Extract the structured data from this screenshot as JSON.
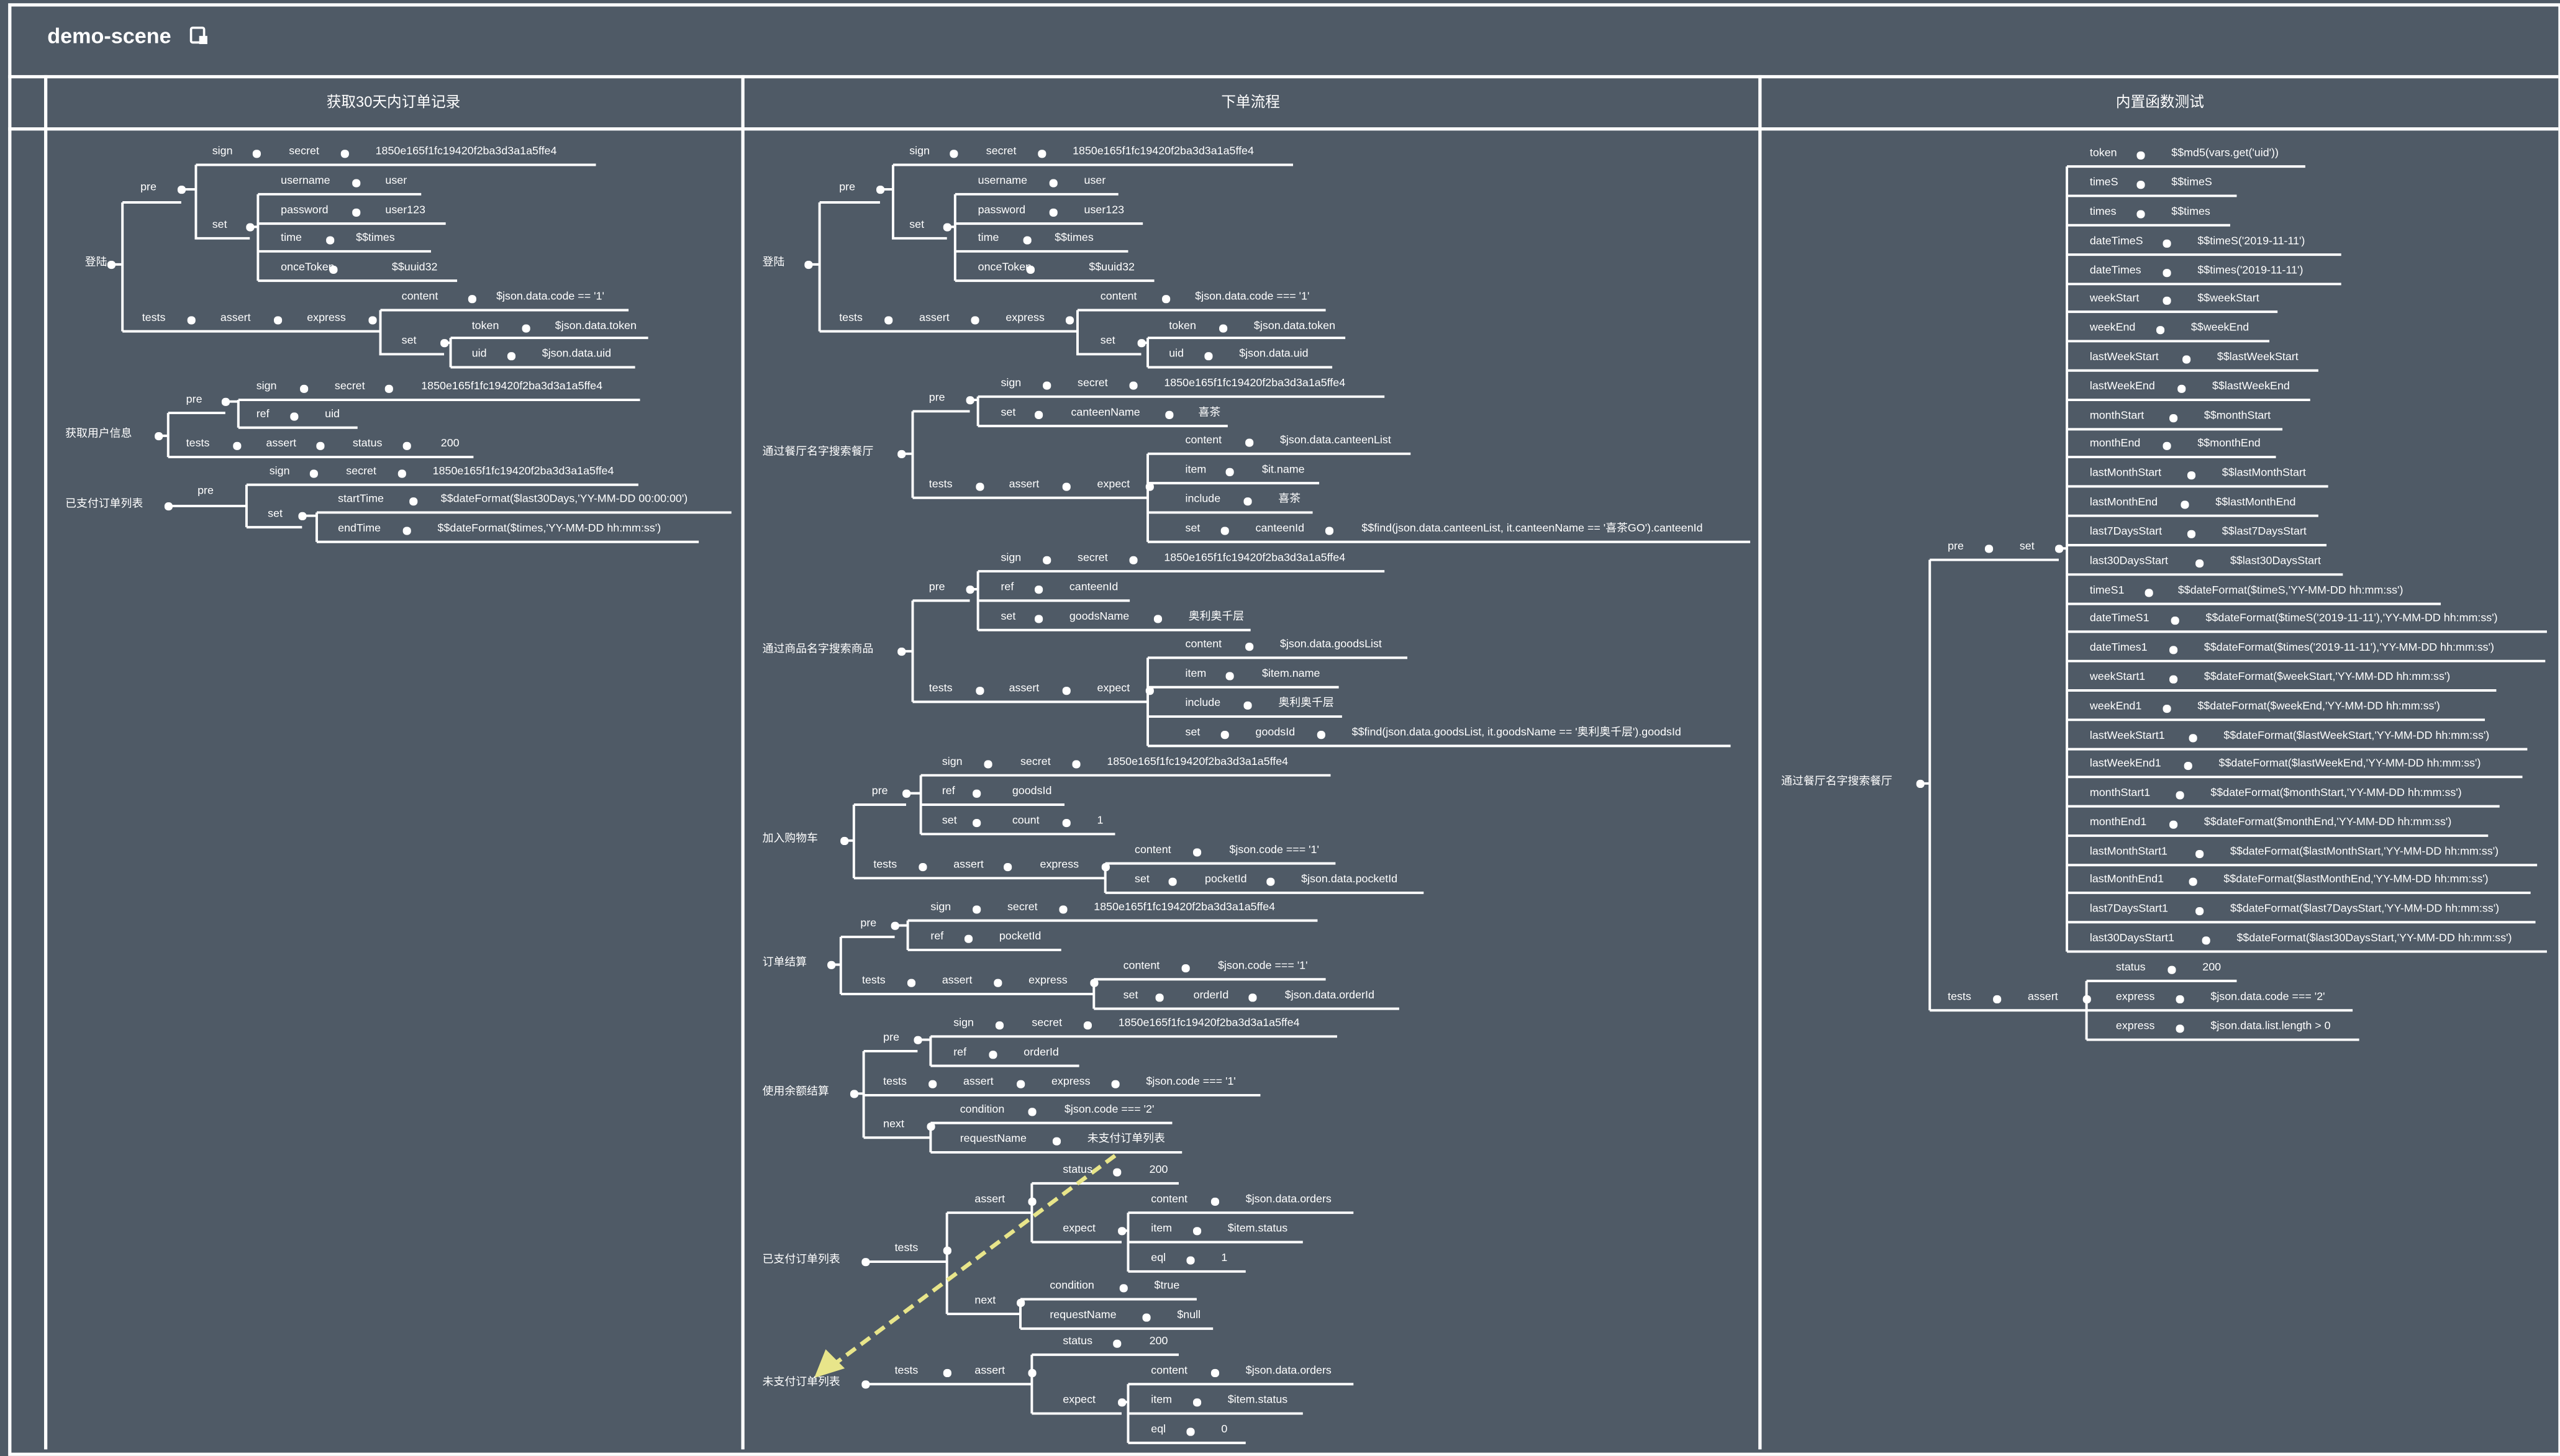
{
  "title": "demo-scene",
  "title_icon": "edit-scene-icon",
  "columns": [
    {
      "header": "获取30天内订单记录",
      "rows": [
        [
          "登陆",
          52,
          162
        ],
        [
          "pre",
          86,
          116
        ],
        [
          "sign",
          130,
          94
        ],
        [
          "secret",
          177,
          94
        ],
        [
          "1850e165f1fc19420f2ba3d3a1a5ffe4",
          230,
          94
        ],
        [
          "set",
          130,
          139
        ],
        [
          "username",
          172,
          112
        ],
        [
          "user",
          236,
          112
        ],
        [
          "password",
          172,
          130
        ],
        [
          "user123",
          236,
          130
        ],
        [
          "time",
          172,
          147
        ],
        [
          "$$times",
          218,
          147
        ],
        [
          "onceToken",
          172,
          165
        ],
        [
          "$$uuid32",
          240,
          165
        ],
        [
          "tests",
          87,
          196
        ],
        [
          "assert",
          135,
          196
        ],
        [
          "express",
          188,
          196
        ],
        [
          "content",
          246,
          183
        ],
        [
          "$json.data.code == '1'",
          304,
          183
        ],
        [
          "set",
          246,
          210
        ],
        [
          "token",
          289,
          201
        ],
        [
          "$json.data.token",
          340,
          201
        ],
        [
          "uid",
          289,
          218
        ],
        [
          "$json.data.uid",
          332,
          218
        ],
        [
          "获取用户信息",
          40,
          267
        ],
        [
          "pre",
          114,
          246
        ],
        [
          "sign",
          157,
          238
        ],
        [
          "secret",
          205,
          238
        ],
        [
          "1850e165f1fc19420f2ba3d3a1a5ffe4",
          258,
          238
        ],
        [
          "ref",
          157,
          255
        ],
        [
          "uid",
          199,
          255
        ],
        [
          "tests",
          114,
          273
        ],
        [
          "assert",
          163,
          273
        ],
        [
          "status",
          216,
          273
        ],
        [
          "200",
          270,
          273
        ],
        [
          "已支付订单列表",
          40,
          310
        ],
        [
          "pre",
          121,
          302
        ],
        [
          "sign",
          165,
          290
        ],
        [
          "secret",
          212,
          290
        ],
        [
          "1850e165f1fc19420f2ba3d3a1a5ffe4",
          265,
          290
        ],
        [
          "set",
          164,
          316
        ],
        [
          "startTime",
          207,
          307
        ],
        [
          "$$dateFormat($last30Days,'YY-MM-DD 00:00:00')",
          270,
          307
        ],
        [
          "endTime",
          207,
          325
        ],
        [
          "$$dateFormat($times,'YY-MM-DD hh:mm:ss')",
          268,
          325
        ]
      ]
    },
    {
      "header": "下单流程",
      "rows": [
        [
          "登陆",
          467,
          162
        ],
        [
          "pre",
          514,
          116
        ],
        [
          "sign",
          557,
          94
        ],
        [
          "secret",
          604,
          94
        ],
        [
          "1850e165f1fc19420f2ba3d3a1a5ffe4",
          657,
          94
        ],
        [
          "set",
          557,
          139
        ],
        [
          "username",
          599,
          112
        ],
        [
          "user",
          664,
          112
        ],
        [
          "password",
          599,
          130
        ],
        [
          "user123",
          664,
          130
        ],
        [
          "time",
          599,
          147
        ],
        [
          "$$times",
          646,
          147
        ],
        [
          "onceToken",
          599,
          165
        ],
        [
          "$$uuid32",
          667,
          165
        ],
        [
          "tests",
          514,
          196
        ],
        [
          "assert",
          563,
          196
        ],
        [
          "express",
          616,
          196
        ],
        [
          "content",
          674,
          183
        ],
        [
          "$json.data.code === '1'",
          732,
          183
        ],
        [
          "set",
          674,
          210
        ],
        [
          "token",
          716,
          201
        ],
        [
          "$json.data.token",
          768,
          201
        ],
        [
          "uid",
          716,
          218
        ],
        [
          "$json.data.uid",
          759,
          218
        ],
        [
          "通过餐厅名字搜索餐厅",
          467,
          278
        ],
        [
          "pre",
          569,
          245
        ],
        [
          "sign",
          613,
          236
        ],
        [
          "secret",
          660,
          236
        ],
        [
          "1850e165f1fc19420f2ba3d3a1a5ffe4",
          713,
          236
        ],
        [
          "set",
          613,
          254
        ],
        [
          "canteenName",
          656,
          254
        ],
        [
          "喜茶",
          734,
          254
        ],
        [
          "tests",
          569,
          298
        ],
        [
          "assert",
          618,
          298
        ],
        [
          "expect",
          672,
          298
        ],
        [
          "content",
          726,
          271
        ],
        [
          "$json.data.canteenList",
          784,
          271
        ],
        [
          "item",
          726,
          289
        ],
        [
          "$it.name",
          773,
          289
        ],
        [
          "include",
          726,
          307
        ],
        [
          "喜茶",
          783,
          307
        ],
        [
          "set",
          726,
          325
        ],
        [
          "canteenId",
          769,
          325
        ],
        [
          "$$find(json.data.canteenList, it.canteenName == '喜茶GO').canteenId",
          834,
          325
        ],
        [
          "通过商品名字搜索商品",
          467,
          399
        ],
        [
          "pre",
          569,
          361
        ],
        [
          "sign",
          613,
          343
        ],
        [
          "secret",
          660,
          343
        ],
        [
          "1850e165f1fc19420f2ba3d3a1a5ffe4",
          713,
          343
        ],
        [
          "ref",
          613,
          361
        ],
        [
          "canteenId",
          655,
          361
        ],
        [
          "set",
          613,
          379
        ],
        [
          "goodsName",
          655,
          379
        ],
        [
          "奥利奥千层",
          728,
          379
        ],
        [
          "tests",
          569,
          423
        ],
        [
          "assert",
          618,
          423
        ],
        [
          "expect",
          672,
          423
        ],
        [
          "content",
          726,
          396
        ],
        [
          "$json.data.goodsList",
          784,
          396
        ],
        [
          "item",
          726,
          414
        ],
        [
          "$item.name",
          773,
          414
        ],
        [
          "include",
          726,
          432
        ],
        [
          "奥利奥千层",
          783,
          432
        ],
        [
          "set",
          726,
          450
        ],
        [
          "goodsId",
          769,
          450
        ],
        [
          "$$find(json.data.goodsList, it.goodsName == '奥利奥千层').goodsId",
          828,
          450
        ],
        [
          "加入购物车",
          467,
          515
        ],
        [
          "pre",
          534,
          486
        ],
        [
          "sign",
          577,
          468
        ],
        [
          "secret",
          625,
          468
        ],
        [
          "1850e165f1fc19420f2ba3d3a1a5ffe4",
          678,
          468
        ],
        [
          "ref",
          577,
          486
        ],
        [
          "goodsId",
          620,
          486
        ],
        [
          "set",
          577,
          504
        ],
        [
          "count",
          620,
          504
        ],
        [
          "1",
          672,
          504
        ],
        [
          "tests",
          535,
          531
        ],
        [
          "assert",
          584,
          531
        ],
        [
          "express",
          637,
          531
        ],
        [
          "content",
          695,
          522
        ],
        [
          "$json.code === '1'",
          753,
          522
        ],
        [
          "set",
          695,
          540
        ],
        [
          "pocketId",
          738,
          540
        ],
        [
          "$json.data.pocketId",
          797,
          540
        ],
        [
          "订单结算",
          467,
          591
        ],
        [
          "pre",
          527,
          567
        ],
        [
          "sign",
          570,
          557
        ],
        [
          "secret",
          617,
          557
        ],
        [
          "1850e165f1fc19420f2ba3d3a1a5ffe4",
          670,
          557
        ],
        [
          "ref",
          570,
          575
        ],
        [
          "pocketId",
          612,
          575
        ],
        [
          "tests",
          528,
          602
        ],
        [
          "assert",
          577,
          602
        ],
        [
          "express",
          630,
          602
        ],
        [
          "content",
          688,
          593
        ],
        [
          "$json.code === '1'",
          746,
          593
        ],
        [
          "set",
          688,
          611
        ],
        [
          "orderId",
          731,
          611
        ],
        [
          "$json.data.orderId",
          787,
          611
        ],
        [
          "使用余额结算",
          467,
          670
        ],
        [
          "pre",
          541,
          637
        ],
        [
          "sign",
          584,
          628
        ],
        [
          "secret",
          632,
          628
        ],
        [
          "1850e165f1fc19420f2ba3d3a1a5ffe4",
          685,
          628
        ],
        [
          "ref",
          584,
          646
        ],
        [
          "orderId",
          627,
          646
        ],
        [
          "tests",
          541,
          664
        ],
        [
          "assert",
          590,
          664
        ],
        [
          "express",
          644,
          664
        ],
        [
          "$json.code === '1'",
          702,
          664
        ],
        [
          "next",
          541,
          690
        ],
        [
          "condition",
          588,
          681
        ],
        [
          "$json.code === '2'",
          652,
          681
        ],
        [
          "requestName",
          588,
          699
        ],
        [
          "未支付订单列表",
          666,
          699
        ],
        [
          "已支付订单列表",
          467,
          773
        ],
        [
          "tests",
          548,
          766
        ],
        [
          "assert",
          597,
          736
        ],
        [
          "status",
          651,
          718
        ],
        [
          "200",
          704,
          718
        ],
        [
          "content",
          705,
          736
        ],
        [
          "$json.data.orders",
          763,
          736
        ],
        [
          "expect",
          651,
          754
        ],
        [
          "item",
          705,
          754
        ],
        [
          "$item.status",
          752,
          754
        ],
        [
          "eql",
          705,
          772
        ],
        [
          "1",
          748,
          772
        ],
        [
          "next",
          597,
          798
        ],
        [
          "condition",
          643,
          789
        ],
        [
          "$true",
          707,
          789
        ],
        [
          "requestName",
          643,
          807
        ],
        [
          "$null",
          721,
          807
        ],
        [
          "未支付订单列表",
          467,
          848
        ],
        [
          "tests",
          548,
          841
        ],
        [
          "assert",
          597,
          841
        ],
        [
          "status",
          651,
          823
        ],
        [
          "200",
          704,
          823
        ],
        [
          "content",
          705,
          841
        ],
        [
          "$json.data.orders",
          763,
          841
        ],
        [
          "expect",
          651,
          859
        ],
        [
          "item",
          705,
          859
        ],
        [
          "$item.status",
          752,
          859
        ],
        [
          "eql",
          705,
          877
        ],
        [
          "0",
          748,
          877
        ]
      ]
    },
    {
      "header": "内置函数测试",
      "rows": [
        [
          "通过餐厅名字搜索餐厅",
          1091,
          480
        ],
        [
          "pre",
          1193,
          336
        ],
        [
          "set",
          1237,
          336
        ],
        [
          "token",
          1280,
          95
        ],
        [
          "$$md5(vars.get('uid'))",
          1330,
          95
        ],
        [
          "timeS",
          1280,
          113
        ],
        [
          "$$timeS",
          1330,
          113
        ],
        [
          "times",
          1280,
          131
        ],
        [
          "$$times",
          1330,
          131
        ],
        [
          "dateTimeS",
          1280,
          149
        ],
        [
          "$$timeS('2019-11-11')",
          1346,
          149
        ],
        [
          "dateTimes",
          1280,
          167
        ],
        [
          "$$times('2019-11-11')",
          1346,
          167
        ],
        [
          "weekStart",
          1280,
          184
        ],
        [
          "$$weekStart",
          1346,
          184
        ],
        [
          "weekEnd",
          1280,
          202
        ],
        [
          "$$weekEnd",
          1342,
          202
        ],
        [
          "lastWeekStart",
          1280,
          220
        ],
        [
          "$$lastWeekStart",
          1358,
          220
        ],
        [
          "lastWeekEnd",
          1280,
          238
        ],
        [
          "$$lastWeekEnd",
          1355,
          238
        ],
        [
          "monthStart",
          1280,
          256
        ],
        [
          "$$monthStart",
          1350,
          256
        ],
        [
          "monthEnd",
          1280,
          273
        ],
        [
          "$$monthEnd",
          1346,
          273
        ],
        [
          "lastMonthStart",
          1280,
          291
        ],
        [
          "$$lastMonthStart",
          1361,
          291
        ],
        [
          "lastMonthEnd",
          1280,
          309
        ],
        [
          "$$lastMonthEnd",
          1357,
          309
        ],
        [
          "last7DaysStart",
          1280,
          327
        ],
        [
          "$$last7DaysStart",
          1361,
          327
        ],
        [
          "last30DaysStart",
          1280,
          345
        ],
        [
          "$$last30DaysStart",
          1366,
          345
        ],
        [
          "timeS1",
          1280,
          363
        ],
        [
          "$$dateFormat($timeS,'YY-MM-DD hh:mm:ss')",
          1334,
          363
        ],
        [
          "dateTimeS1",
          1280,
          380
        ],
        [
          "$$dateFormat($timeS('2019-11-11'),'YY-MM-DD hh:mm:ss')",
          1351,
          380
        ],
        [
          "dateTimes1",
          1280,
          398
        ],
        [
          "$$dateFormat($times('2019-11-11'),'YY-MM-DD hh:mm:ss')",
          1350,
          398
        ],
        [
          "weekStart1",
          1280,
          416
        ],
        [
          "$$dateFormat($weekStart,'YY-MM-DD hh:mm:ss')",
          1350,
          416
        ],
        [
          "weekEnd1",
          1280,
          434
        ],
        [
          "$$dateFormat($weekEnd,'YY-MM-DD hh:mm:ss')",
          1346,
          434
        ],
        [
          "lastWeekStart1",
          1280,
          452
        ],
        [
          "$$dateFormat($lastWeekStart,'YY-MM-DD hh:mm:ss')",
          1362,
          452
        ],
        [
          "lastWeekEnd1",
          1280,
          469
        ],
        [
          "$$dateFormat($lastWeekEnd,'YY-MM-DD hh:mm:ss')",
          1359,
          469
        ],
        [
          "monthStart1",
          1280,
          487
        ],
        [
          "$$dateFormat($monthStart,'YY-MM-DD hh:mm:ss')",
          1354,
          487
        ],
        [
          "monthEnd1",
          1280,
          505
        ],
        [
          "$$dateFormat($monthEnd,'YY-MM-DD hh:mm:ss')",
          1350,
          505
        ],
        [
          "lastMonthStart1",
          1280,
          523
        ],
        [
          "$$dateFormat($lastMonthStart,'YY-MM-DD hh:mm:ss')",
          1366,
          523
        ],
        [
          "lastMonthEnd1",
          1280,
          540
        ],
        [
          "$$dateFormat($lastMonthEnd,'YY-MM-DD hh:mm:ss')",
          1362,
          540
        ],
        [
          "last7DaysStart1",
          1280,
          558
        ],
        [
          "$$dateFormat($last7DaysStart,'YY-MM-DD hh:mm:ss')",
          1366,
          558
        ],
        [
          "last30DaysStart1",
          1280,
          576
        ],
        [
          "$$dateFormat($last30DaysStart,'YY-MM-DD hh:mm:ss')",
          1370,
          576
        ],
        [
          "tests",
          1193,
          612
        ],
        [
          "assert",
          1242,
          612
        ],
        [
          "status",
          1296,
          594
        ],
        [
          "200",
          1349,
          594
        ],
        [
          "express",
          1296,
          612
        ],
        [
          "$json.data.code === '2'",
          1354,
          612
        ],
        [
          "express",
          1296,
          630
        ],
        [
          "$json.data.list.length > 0",
          1354,
          630
        ]
      ]
    }
  ]
}
